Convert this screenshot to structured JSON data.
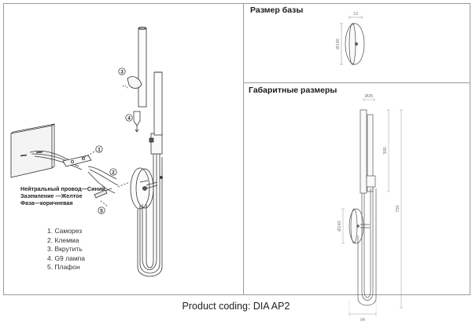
{
  "sections": {
    "base_title": "Размер базы",
    "dims_title": "Габаритные размеры"
  },
  "wiring": {
    "neutral": "Нейтральный провод—Синий",
    "ground": "Заземление —Желтое",
    "phase": "Фаза—коричневая"
  },
  "parts": [
    "1. Саморез",
    "2. Клемма",
    "3. Вкрутить",
    "4. G9 лампа",
    "5. Плафон"
  ],
  "step_numbers": [
    "1",
    "2",
    "3",
    "4",
    "5"
  ],
  "base_dims": {
    "width": "12",
    "diameter": "Ø140"
  },
  "overall_dims": {
    "top": "Ø25",
    "shade_height": "300",
    "total_height": "750",
    "base_diameter": "Ø140",
    "width": "94"
  },
  "footer": "Product coding: DIA AP2"
}
